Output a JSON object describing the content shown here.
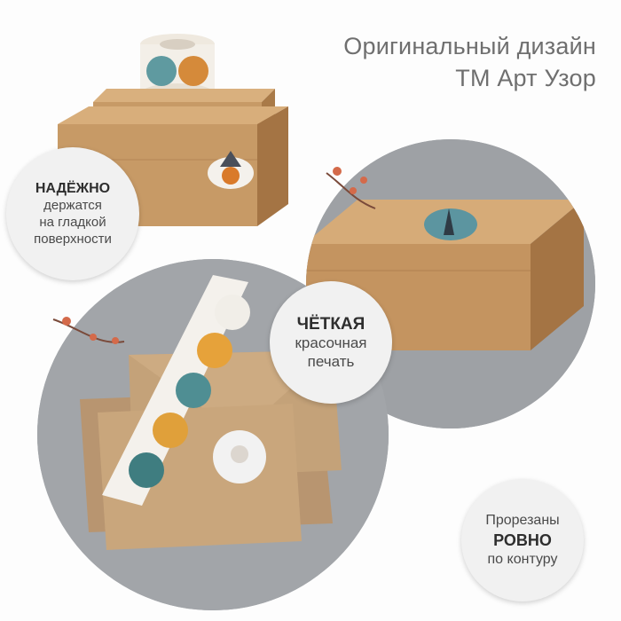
{
  "headline": {
    "line1": "Оригинальный дизайн",
    "line2": "ТМ Арт Узор"
  },
  "badges": [
    {
      "bold": "НАДЁЖНО",
      "lines": [
        "держатся",
        "на гладкой",
        "поверхности"
      ]
    },
    {
      "bold": "ЧЁТКАЯ",
      "lines": [
        "красочная",
        "печать"
      ]
    },
    {
      "lines_before": [
        "Прорезаны"
      ],
      "bold": "РОВНО",
      "lines_after": [
        "по контуру"
      ]
    }
  ],
  "colors": {
    "kraft": "#c79a66",
    "kraft_dark": "#a97a48",
    "envelope": "#c4a279",
    "backdrop_grey": "#9ea1a5",
    "badge_bg": "#f1f1f1",
    "text_grey": "#6f6f6f"
  }
}
